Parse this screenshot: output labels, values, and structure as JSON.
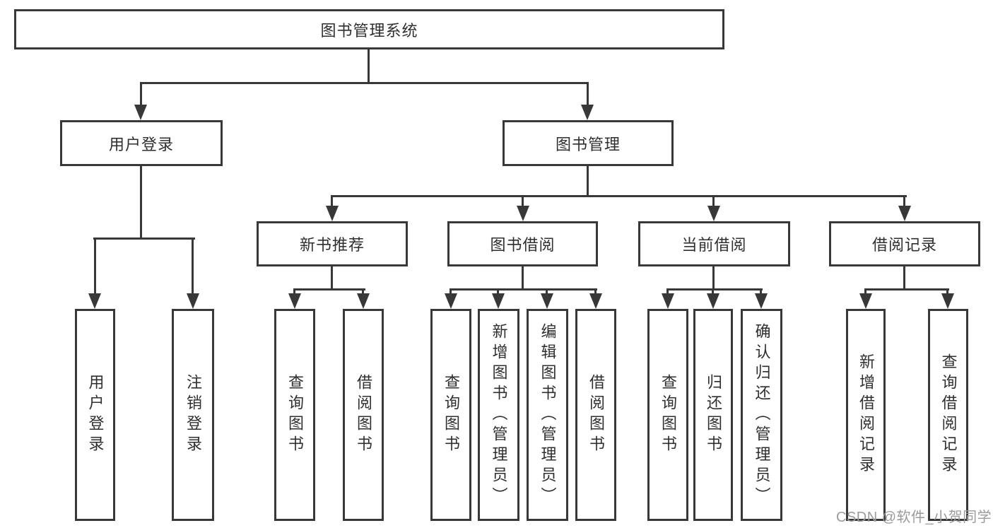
{
  "colors": {
    "line": "#383838",
    "box_border": "#383838",
    "text": "#2f2f2f",
    "background": "#ffffff",
    "watermark": "#9b9b9b"
  },
  "nodes": {
    "root": "图书管理系统",
    "user_login": "用户登录",
    "book_management": "图书管理",
    "new_book_recommend": "新书推荐",
    "book_borrow": "图书借阅",
    "current_borrow": "当前借阅",
    "borrow_record": "借阅记录",
    "leaf_user_login": "用户登录",
    "leaf_logout": "注销登录",
    "leaf_nb_query": "查询图书",
    "leaf_nb_borrow": "借阅图书",
    "leaf_bb_query": "查询图书",
    "leaf_bb_add": "新增图书（管理员）",
    "leaf_bb_edit": "编辑图书（管理员）",
    "leaf_bb_borrow": "借阅图书",
    "leaf_cb_query": "查询图书",
    "leaf_cb_return": "归还图书",
    "leaf_cb_confirm": "确认归还（管理员）",
    "leaf_br_add": "新增借阅记录",
    "leaf_br_query": "查询借阅记录"
  },
  "watermark": {
    "text": "CSDN @软件_小贺同学"
  }
}
